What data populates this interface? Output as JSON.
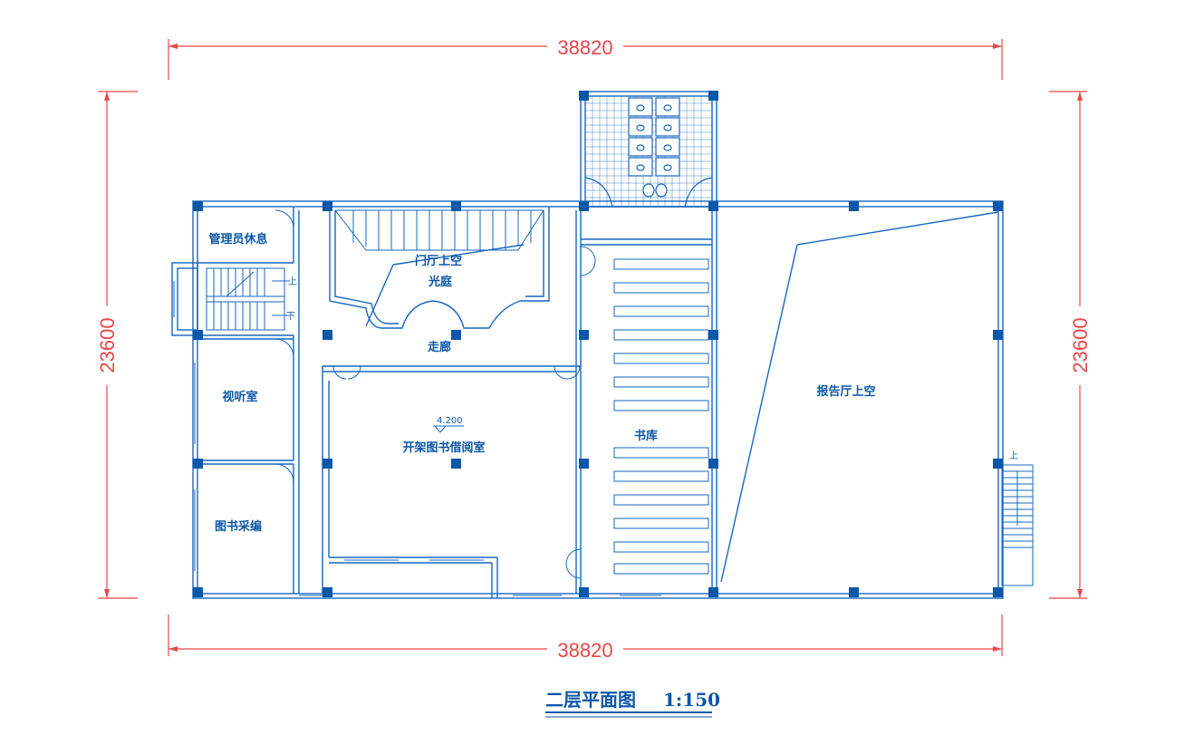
{
  "colors": {
    "wall": "#1767c0",
    "dimension": "#e8474b",
    "column": "#0b57a8",
    "background": "#ffffff"
  },
  "dimensions": {
    "width_top": "38820",
    "width_bottom": "38820",
    "height_left": "23600",
    "height_right": "23600"
  },
  "rooms": {
    "admin_rest": "管理员休息",
    "av_room": "视听室",
    "acquisition": "图书采编",
    "lobby_void": "门厅上空",
    "atrium": "光庭",
    "corridor": "走廊",
    "open_reading": "开架图书借阅室",
    "stacks": "书库",
    "auditorium_void": "报告厅上空"
  },
  "labels": {
    "elevation": "4.200",
    "stair_up": "上",
    "stair_down": "下",
    "right_stair_up": "上"
  },
  "title": {
    "text": "二层平面图",
    "scale": "1:150"
  }
}
